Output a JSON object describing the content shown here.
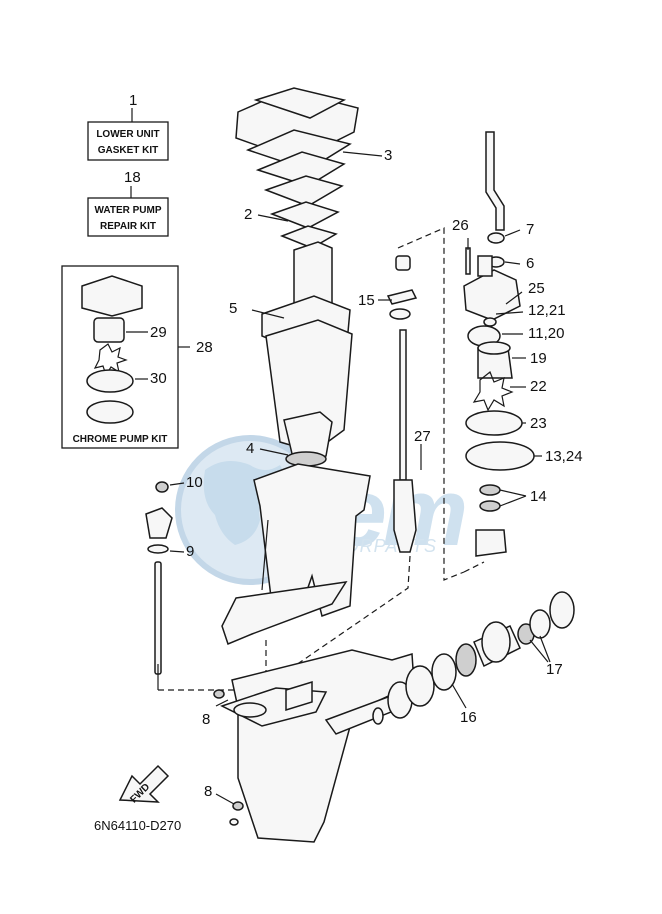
{
  "diagram_code": "6N64110-D270",
  "fwd_marker": "FWD",
  "watermark": {
    "big": "Bem",
    "small": "MOTORPARTS"
  },
  "kits": {
    "lower_unit": {
      "number": "1",
      "line1": "LOWER UNIT",
      "line2": "GASKET KIT"
    },
    "water_pump": {
      "number": "18",
      "line1": "WATER PUMP",
      "line2": "REPAIR KIT"
    },
    "chrome_pump": {
      "number": "28",
      "label": "CHROME PUMP KIT"
    }
  },
  "callouts": {
    "c2": "2",
    "c3": "3",
    "c4": "4",
    "c5": "5",
    "c6": "6",
    "c7": "7",
    "c8a": "8",
    "c8b": "8",
    "c9": "9",
    "c10": "10",
    "c11_20": "11,20",
    "c12_21": "12,21",
    "c13_24": "13,24",
    "c14": "14",
    "c15": "15",
    "c16": "16",
    "c17": "17",
    "c19": "19",
    "c22": "22",
    "c23": "23",
    "c25": "25",
    "c26": "26",
    "c27": "27",
    "c29": "29",
    "c30": "30"
  }
}
